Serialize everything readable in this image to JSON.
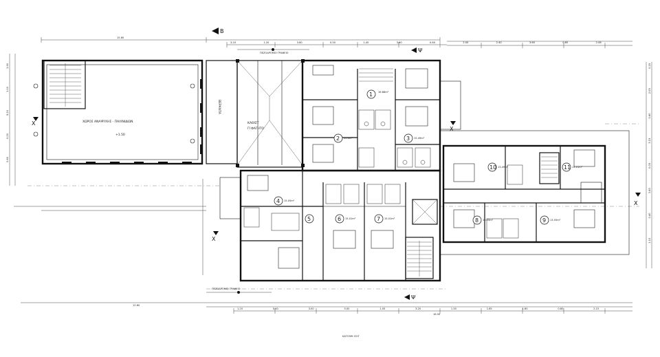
{
  "drawing": {
    "left_hall_label": "ΧΩΡΟΣ ΑΝΑΨΥΧΗΣ - ΠΑΙΧΝΙΔΙΩΝ",
    "level_mark": "+1.50",
    "veranda_label": "ΒΕΡΑΝΤΑ",
    "center_label_1": "ΚΑΘΙΣΤ",
    "center_label_2": "ΓΙ ΦΑΓΗΤΟ",
    "top_legend": "ΠΕΖΟΔΡΟΜΙΟ ΓΡΑΦΕΙΟ",
    "bottom_legend": "ΠΕΖΟΔΡΟΜΙΟ ΓΡΑΦΕΙΟ",
    "bottom_caption": "ΚΑΤΟΨΗ ΙΣΟΓ",
    "overall_dim": "12.60",
    "top_dim": "15.60",
    "bottom_dim": "16.50"
  },
  "section_markers": {
    "b_top": "B",
    "psi_top": "Ψ",
    "psi_bottom": "Ψ",
    "x_left": "X",
    "x_mid": "X",
    "x_right": "X",
    "x_right2": "X"
  },
  "rooms": [
    {
      "num": "1",
      "area": "16.88m²"
    },
    {
      "num": "2",
      "area": "15.0m²"
    },
    {
      "num": "3",
      "area": "15.49m²"
    },
    {
      "num": "4",
      "area": "15.05m²"
    },
    {
      "num": "5",
      "area": ""
    },
    {
      "num": "6",
      "area": "15.01m²"
    },
    {
      "num": "7",
      "area": "15.01m²"
    },
    {
      "num": "8",
      "area": "13.55m²"
    },
    {
      "num": "9",
      "area": "13.55m²"
    },
    {
      "num": "10",
      "area": "13.49m²"
    },
    {
      "num": "11",
      "area": "13.01m²"
    }
  ],
  "dimension_ticks": {
    "top": [
      "3.20",
      "1.20",
      "3.60",
      "0.50",
      "1.45",
      "3.60",
      "0.60",
      "2.00",
      "2.40",
      "3.60",
      "0.85",
      "2.08"
    ],
    "bottom": [
      "1.20",
      "0.40",
      "3.00",
      "5.00",
      "1.05",
      "3.20",
      "1.50",
      "1.65",
      "1.60",
      "0.80",
      "2.15"
    ],
    "left": [
      "1.90",
      "1.10",
      "5.20",
      "0.20",
      "0.60"
    ],
    "right": [
      "0.25",
      "2.05",
      "0.60",
      "3.15",
      "0.05",
      "3.40",
      "0.40",
      "1.10"
    ]
  }
}
